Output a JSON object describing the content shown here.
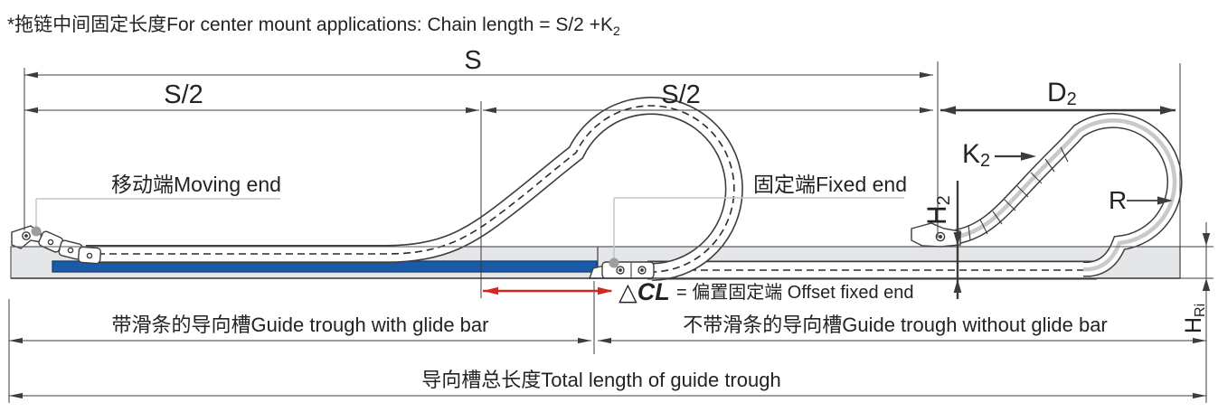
{
  "note": {
    "text": "*拖链中间固定长度For center mount applications: Chain length = S/2 +K",
    "sub": "2"
  },
  "dimensions": {
    "s": "S",
    "s_half_left": "S/2",
    "s_half_right": "S/2",
    "d2": {
      "base": "D",
      "sub": "2"
    },
    "k2": {
      "base": "K",
      "sub": "2"
    },
    "h2": {
      "base": "H",
      "sub": "2"
    },
    "r": "R",
    "hri": {
      "base": "H",
      "sub": "Ri"
    },
    "delta_cl": {
      "symbol": "△CL",
      "equals": "= 偏置固定端 Offset fixed end"
    }
  },
  "labels": {
    "moving_end": "移动端Moving end",
    "fixed_end": "固定端Fixed end",
    "trough_with_glide_bar": "带滑条的导向槽Guide trough with glide bar",
    "trough_without_glide_bar": "不带滑条的导向槽Guide trough without glide bar",
    "total_length": "导向槽总长度Total length of guide trough"
  },
  "colors": {
    "glide_bar_blue": "#1a5aa6",
    "accent_red": "#d1291d",
    "radius_label_blue": "#1563b2",
    "trough_gray": "#e5e6e7",
    "line_dark": "#3c3c3e",
    "leader_gray": "#c4c5c7"
  }
}
